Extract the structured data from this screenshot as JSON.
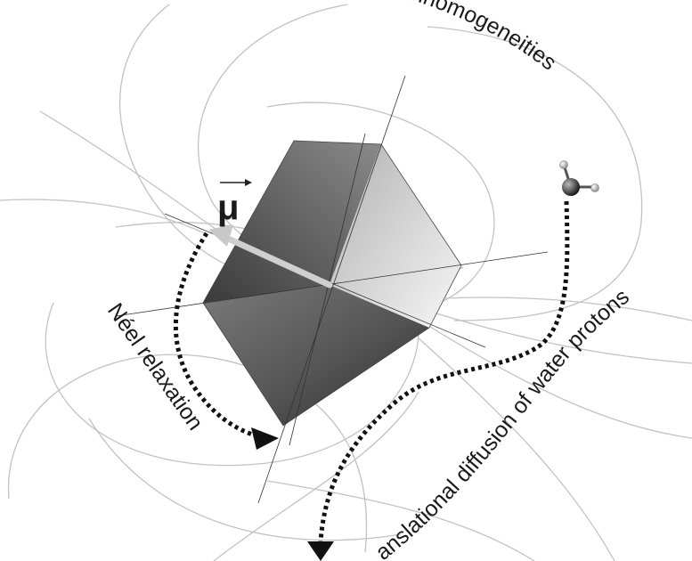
{
  "labels": {
    "moment_symbol": "μ",
    "neel": "Néel relaxation",
    "field": "field inhomogeneities",
    "diffusion": "anslational diffusion of water protons"
  },
  "colors": {
    "field_lines": "#c2c2c2",
    "dotted_path": "#111111",
    "moment_arrow": "#c8c8c8",
    "cube_dark": "#2e2e2e",
    "cube_light": "#f4f4f4"
  },
  "icons": {
    "water_molecule": "water-molecule-icon",
    "moment_vector": "arrow-icon"
  }
}
